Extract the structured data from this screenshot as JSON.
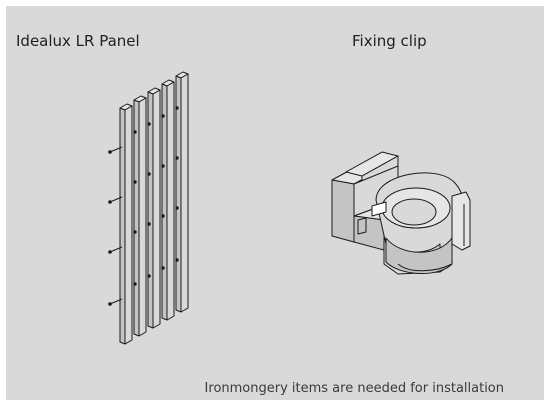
{
  "labels": {
    "panel_title": "Idealux LR Panel",
    "clip_title": "Fixing clip",
    "footnote": "Ironmongery items are needed for installation"
  },
  "colors": {
    "background": "#d9d9d9",
    "line": "#1a1a1a",
    "shade": "#bdbdbd",
    "light": "#e6e6e6"
  }
}
